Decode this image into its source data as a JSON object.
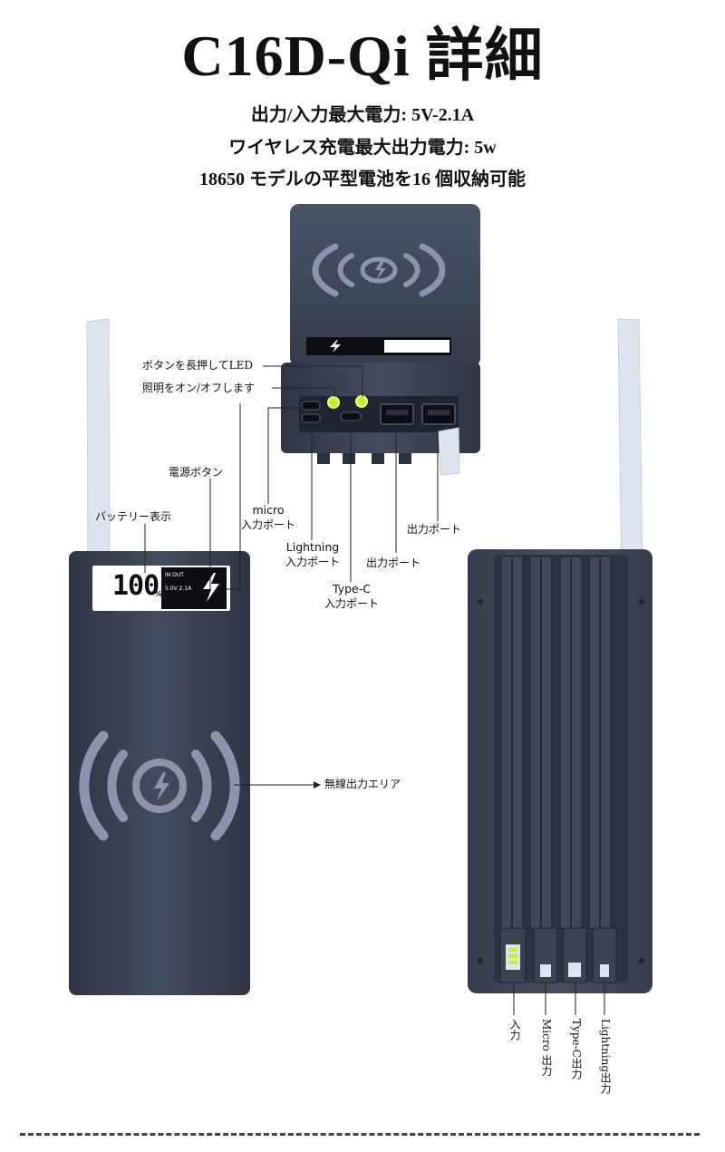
{
  "header": {
    "title": "C16D-Qi 詳細",
    "specs": [
      "出力/入力最大電力: 5V-2.1A",
      "ワイヤレス充電最大出力電力: 5w",
      "18650 モデルの平型電池を16 個収納可能"
    ]
  },
  "labels": {
    "led_button_line1": "ボタンを長押してLED",
    "led_button_line2": "照明をオン/オフします",
    "power_button": "電源ボタン",
    "battery_display": "バッテリー表示",
    "micro_input_line1": "micro",
    "micro_input_line2": "入力ポート",
    "lightning_input_line1": "Lightning",
    "lightning_input_line2": "入力ポート",
    "typec_input_line1": "Type-C",
    "typec_input_line2": "入力ポート",
    "output_port_1": "出力ポート",
    "output_port_2": "出力ポート",
    "wireless_area": "無線出力エリア",
    "cable_input": "入力",
    "cable_micro": "Micro 出力",
    "cable_typec": "Type-C出力",
    "cable_lightning": "Lightning出力"
  },
  "display": {
    "percent": "100",
    "percent_sign": "%",
    "in_out": "IN OUT",
    "voltage": "5.0V 2.1A"
  },
  "colors": {
    "body": "#3c4555",
    "body_dark": "#2b323f",
    "ring": "#8d93ad",
    "strap": "#dde6ee",
    "led": "#c8f02a"
  }
}
